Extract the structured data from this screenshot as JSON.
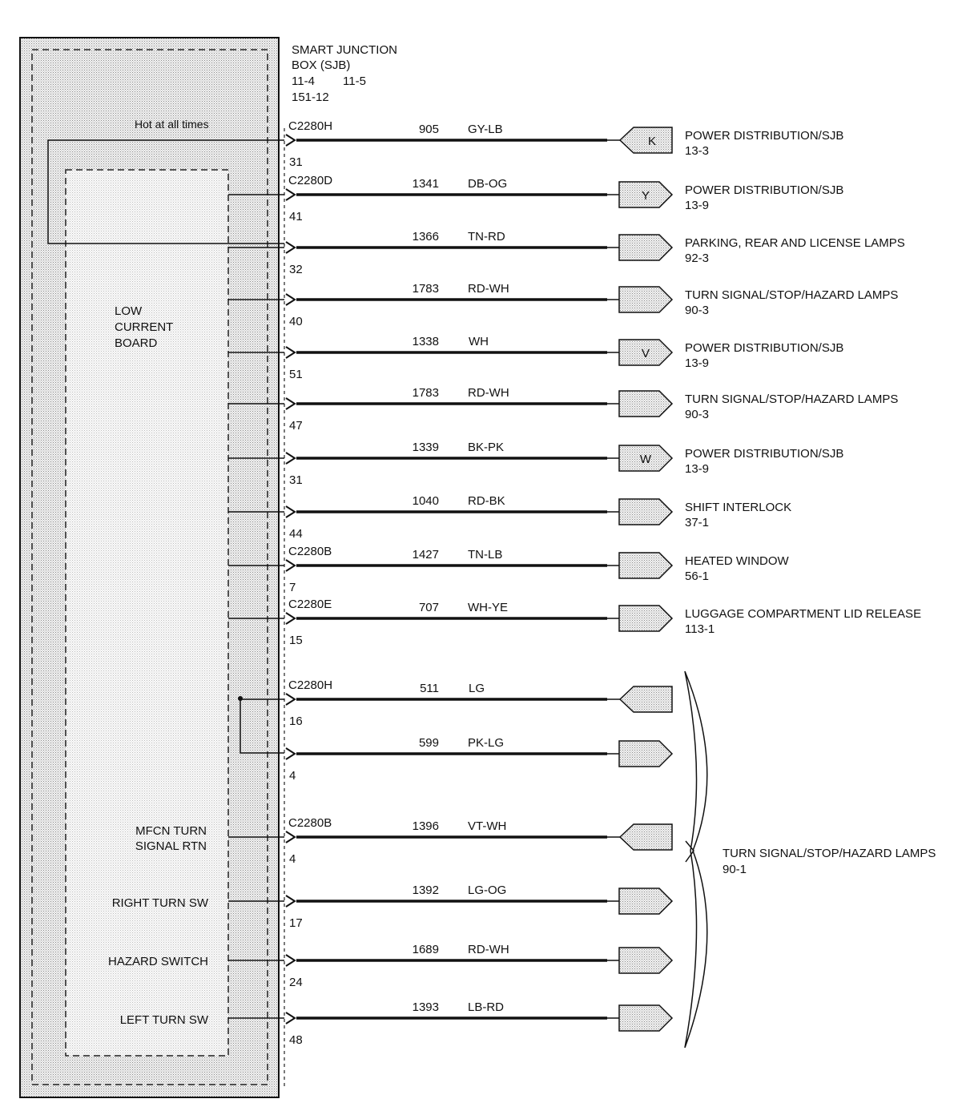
{
  "module": {
    "title_line1": "SMART  JUNCTION",
    "title_line2": "BOX (SJB)",
    "ref_a": "11-4",
    "ref_b": "11-5",
    "ref_c": "151-12",
    "hot_label": "Hot at all times",
    "board_label": [
      "LOW",
      "CURRENT",
      "BOARD"
    ],
    "inner_labels": {
      "mfcn": [
        "MFCN TURN",
        "SIGNAL RTN"
      ],
      "right_turn": "RIGHT TURN SW",
      "hazard": "HAZARD SWITCH",
      "left_turn": "LEFT TURN SW"
    }
  },
  "circuits": [
    {
      "connector": "C2280H",
      "pin": "31",
      "circuit": "905",
      "color": "GY-LB",
      "arrow": "in",
      "letter": "K",
      "dest": "POWER DISTRIBUTION/SJB",
      "page": "13-3"
    },
    {
      "connector": "C2280D",
      "pin": "41",
      "circuit": "1341",
      "color": "DB-OG",
      "arrow": "out",
      "letter": "Y",
      "dest": "POWER DISTRIBUTION/SJB",
      "page": "13-9"
    },
    {
      "connector": "",
      "pin": "32",
      "circuit": "1366",
      "color": "TN-RD",
      "arrow": "out",
      "letter": "",
      "dest": "PARKING, REAR AND LICENSE LAMPS",
      "page": "92-3"
    },
    {
      "connector": "",
      "pin": "40",
      "circuit": "1783",
      "color": "RD-WH",
      "arrow": "out",
      "letter": "",
      "dest": "TURN SIGNAL/STOP/HAZARD LAMPS",
      "page": "90-3"
    },
    {
      "connector": "",
      "pin": "51",
      "circuit": "1338",
      "color": "WH",
      "arrow": "out",
      "letter": "V",
      "dest": "POWER DISTRIBUTION/SJB",
      "page": "13-9"
    },
    {
      "connector": "",
      "pin": "47",
      "circuit": "1783",
      "color": "RD-WH",
      "arrow": "out",
      "letter": "",
      "dest": "TURN SIGNAL/STOP/HAZARD LAMPS",
      "page": "90-3"
    },
    {
      "connector": "",
      "pin": "31",
      "circuit": "1339",
      "color": "BK-PK",
      "arrow": "out",
      "letter": "W",
      "dest": "POWER DISTRIBUTION/SJB",
      "page": "13-9"
    },
    {
      "connector": "",
      "pin": "44",
      "circuit": "1040",
      "color": "RD-BK",
      "arrow": "out",
      "letter": "",
      "dest": "SHIFT INTERLOCK",
      "page": "37-1"
    },
    {
      "connector": "C2280B",
      "pin": "7",
      "circuit": "1427",
      "color": "TN-LB",
      "arrow": "out",
      "letter": "",
      "dest": "HEATED WINDOW",
      "page": "56-1"
    },
    {
      "connector": "C2280E",
      "pin": "15",
      "circuit": "707",
      "color": "WH-YE",
      "arrow": "out",
      "letter": "",
      "dest": "LUGGAGE COMPARTMENT LID RELEASE",
      "page": "113-1"
    },
    {
      "connector": "C2280H",
      "pin": "16",
      "circuit": "511",
      "color": "LG",
      "arrow": "in",
      "letter": "",
      "dest": "",
      "page": ""
    },
    {
      "connector": "",
      "pin": "4",
      "circuit": "599",
      "color": "PK-LG",
      "arrow": "out",
      "letter": "",
      "dest": "",
      "page": ""
    },
    {
      "connector": "C2280B",
      "pin": "4",
      "circuit": "1396",
      "color": "VT-WH",
      "arrow": "in",
      "letter": "",
      "dest": "",
      "page": ""
    },
    {
      "connector": "",
      "pin": "17",
      "circuit": "1392",
      "color": "LG-OG",
      "arrow": "out",
      "letter": "",
      "dest": "",
      "page": ""
    },
    {
      "connector": "",
      "pin": "24",
      "circuit": "1689",
      "color": "RD-WH",
      "arrow": "out",
      "letter": "",
      "dest": "",
      "page": ""
    },
    {
      "connector": "",
      "pin": "48",
      "circuit": "1393",
      "color": "LB-RD",
      "arrow": "out",
      "letter": "",
      "dest": "",
      "page": ""
    }
  ],
  "group": {
    "dest": "TURN SIGNAL/STOP/HAZARD LAMPS",
    "page": "90-1"
  }
}
